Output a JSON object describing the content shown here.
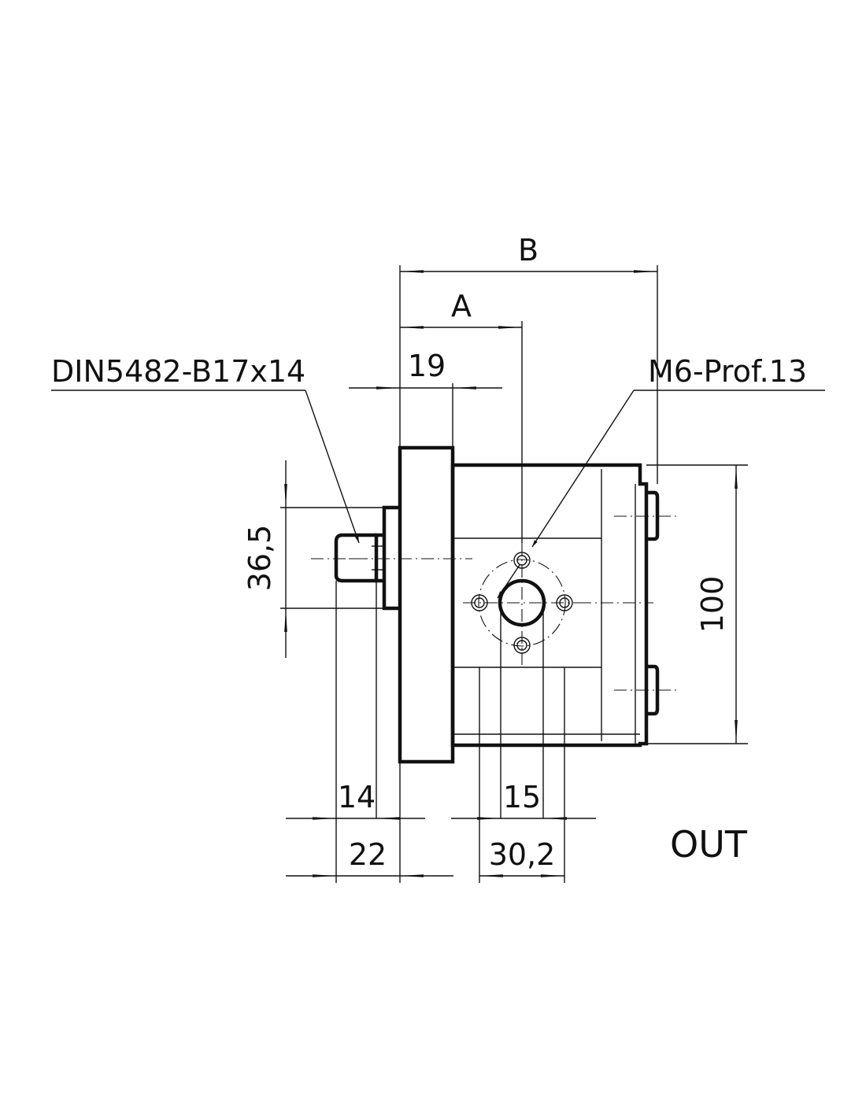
{
  "dimensions": {
    "b": "B",
    "a": "A",
    "d19": "19",
    "d36_5": "36,5",
    "d100": "100",
    "d14": "14",
    "d22": "22",
    "d15": "15",
    "d30_2": "30,2"
  },
  "callouts": {
    "shaft_spec": "DIN5482-B17x14",
    "thread_spec": "M6-Prof.13"
  },
  "port_label": "OUT"
}
